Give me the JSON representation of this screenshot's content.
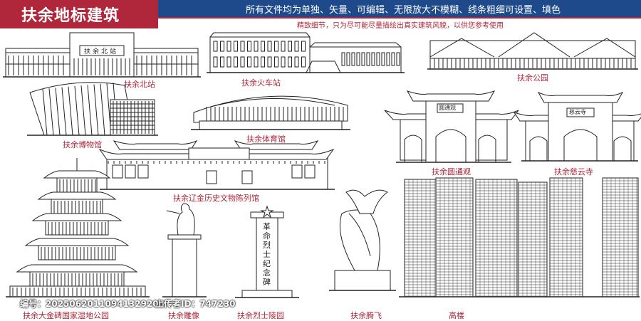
{
  "header": {
    "title": "扶余地标建筑",
    "subtitle_main": "所有文件均为单独、矢量、可编辑、无限放大不模糊、线条粗细可设置、填色",
    "subtitle_note": "精致细节，只为尽可能尽量描绘出真实建筑风貌，以供您参考使用",
    "accent_red": "#b0263a",
    "accent_blue": "#1e4a8c"
  },
  "landmarks": [
    {
      "key": "north_station",
      "label": "扶余北站",
      "sign": "扶余北站"
    },
    {
      "key": "train_station",
      "label": "扶余火车站"
    },
    {
      "key": "park",
      "label": "扶余公园"
    },
    {
      "key": "museum",
      "label": "扶余博物馆"
    },
    {
      "key": "gym",
      "label": "扶余体育馆"
    },
    {
      "key": "yuantong",
      "label": "扶余圆通观",
      "sign": "圆通观"
    },
    {
      "key": "ciyun",
      "label": "扶余慈云寺",
      "sign": "慈云寺"
    },
    {
      "key": "liaojin",
      "label": "扶余辽金历史文物陈列馆"
    },
    {
      "key": "wetland",
      "label": "扶余大金碑国家湿地公园"
    },
    {
      "key": "statue",
      "label": "扶余雕像"
    },
    {
      "key": "martyrs",
      "label": "扶余烈士陵园",
      "sign": "革命烈士纪念碑"
    },
    {
      "key": "tengfei",
      "label": "扶余腾飞"
    },
    {
      "key": "towers",
      "label": "高楼"
    }
  ],
  "watermark": {
    "id_text": "编号：20250620110941329200",
    "uploader_text": "上传者ID：747230"
  }
}
